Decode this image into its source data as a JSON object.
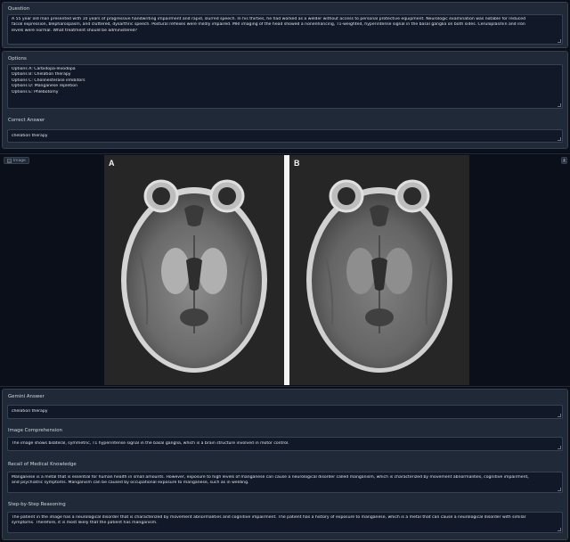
{
  "question": {
    "label": "Question",
    "lines": [
      "A 55 year old man presented with 10 years of progressive handwriting impairment and rapid, slurred speech. In his thirties, he had worked as a welder without access to personal protective equipment. Neurologic examination was notable for reduced",
      "facial expression, blepharospasm, and cluttered, dysarthric speech. Postural reflexes were mildly impaired. MRI imaging of the head showed a nonenhancing, T1-weighted, hyperintense signal in the basal ganglia on both sides. Ceruloplasmin and iron",
      "levels were normal. What treatment should be administered?"
    ]
  },
  "options": {
    "label": "Options",
    "items": [
      "Options A: Carbidopa-levodopa",
      "Options B: Chelation therapy",
      "Options C: Cholinesterase inhibitors",
      "Options D: Manganese repletion",
      "Options E: Phlebotomy"
    ]
  },
  "correct_answer": {
    "label": "Correct Answer",
    "value": "chelation therapy"
  },
  "image": {
    "tag_label": "Image",
    "tag_icon": "image-icon",
    "download_icon": "download-icon",
    "panel_a": "A",
    "panel_b": "B"
  },
  "gemini_answer": {
    "label": "Gemini Answer",
    "value": "chelation therapy"
  },
  "image_comprehension": {
    "label": "Image Comprehension",
    "value": "The image shows bilateral, symmetric, T1 hyperintense signal in the basal ganglia, which is a brain structure involved in motor control."
  },
  "recall": {
    "label": "Recall of Medical Knowledge",
    "lines": [
      "Manganese is a metal that is essential for human health in small amounts. However, exposure to high levels of manganese can cause a neurological disorder called manganism, which is characterized by movement abnormalities, cognitive impairment,",
      "and psychiatric symptoms. Manganism can be caused by occupational exposure to manganese, such as in welding."
    ]
  },
  "reasoning": {
    "label": "Step-by-Step Reasoning",
    "lines": [
      "The patient in the image has a neurological disorder that is characterized by movement abnormalities and cognitive impairment. The patient has a history of exposure to manganese, which is a metal that can cause a neurological disorder with similar",
      "symptoms. Therefore, it is most likely that the patient has manganism."
    ]
  },
  "colors": {
    "background": "#0b0f19",
    "block": "#1f2937",
    "field": "#111827",
    "border": "#374151"
  }
}
